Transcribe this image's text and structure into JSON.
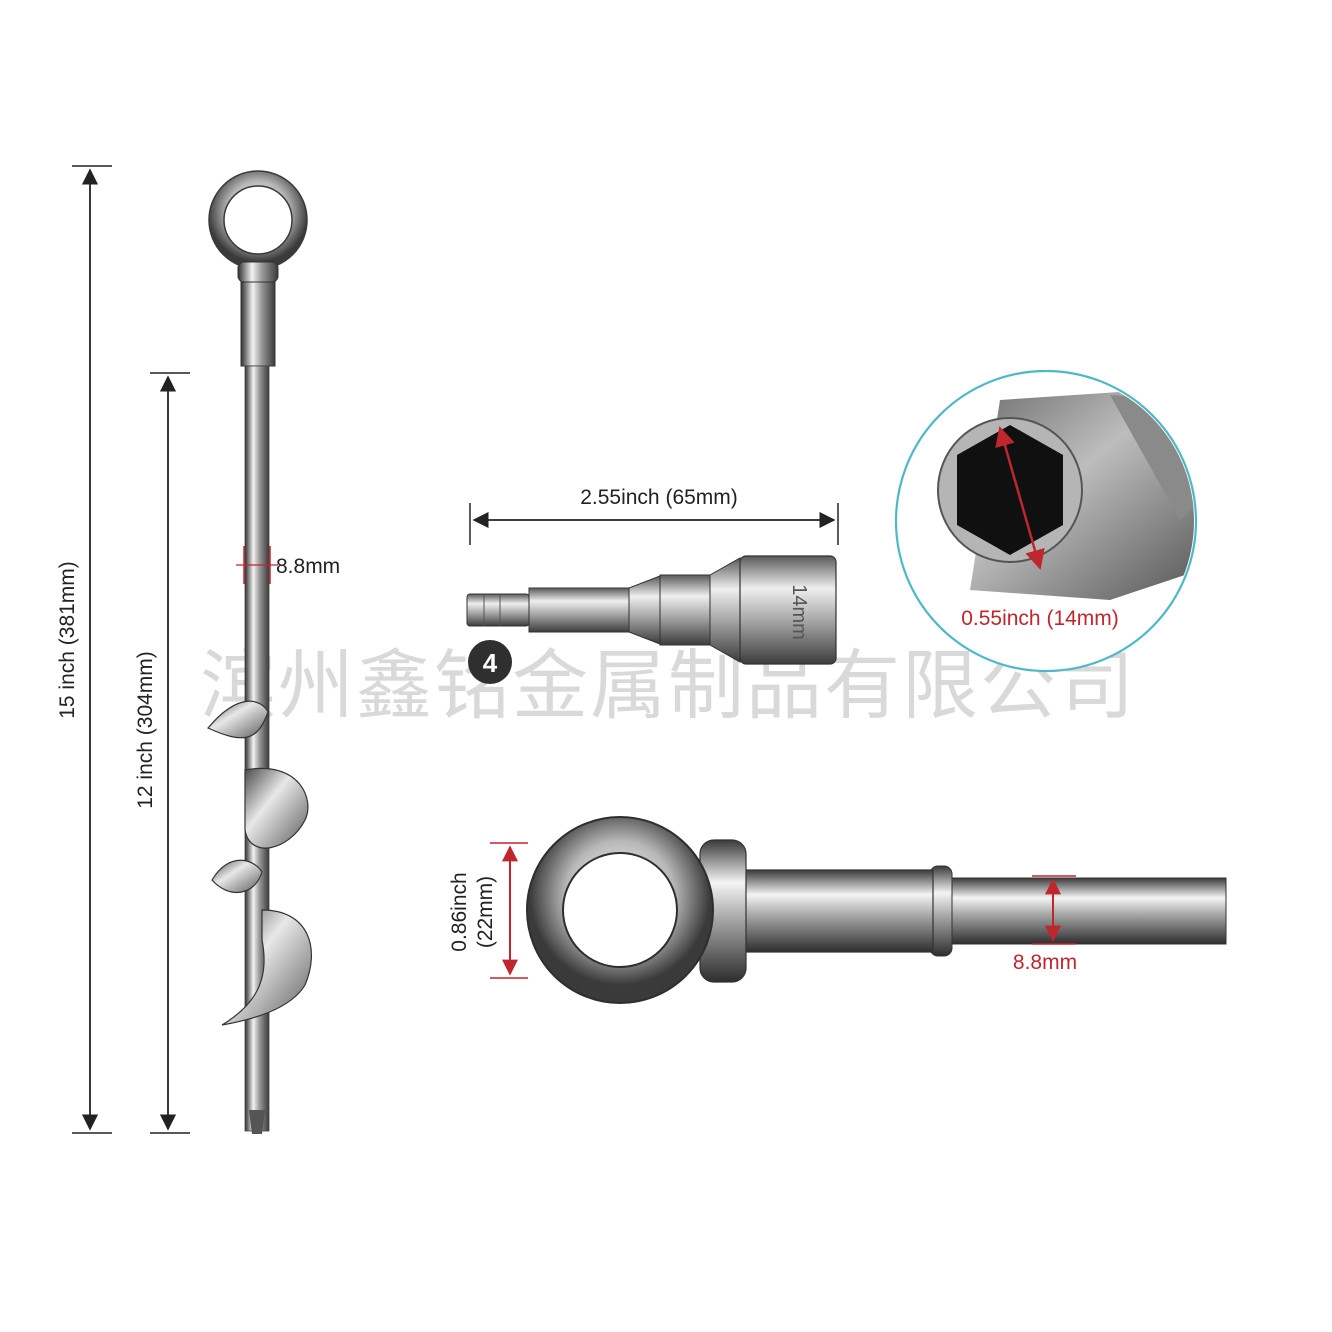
{
  "labels": {
    "total_length": "15 inch (381mm)",
    "spiral_length": "12 inch (304mm)",
    "shaft_diameter_top": "8.8mm",
    "socket_length": "2.55inch (65mm)",
    "socket_engraving": "14mm",
    "badge_number": "4",
    "hex_size": "0.55inch (14mm)",
    "eye_diameter_line1": "0.86inch",
    "eye_diameter_line2": "(22mm)",
    "shaft_diameter_bottom": "8.8mm"
  },
  "watermark": "滨州鑫铭金属制品有限公司",
  "colors": {
    "dimension_line": "#222222",
    "accent_red": "#c0262d",
    "metal_dark": "#3a3a3a",
    "metal_light": "#e6e6e6",
    "circle_border": "#4fb8c8",
    "watermark": "#d9d9d9"
  }
}
